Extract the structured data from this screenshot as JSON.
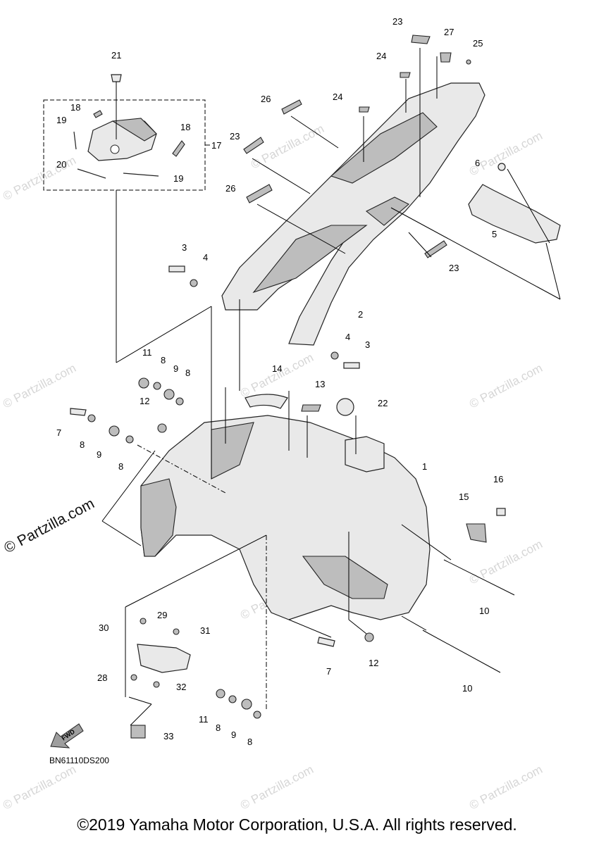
{
  "watermark": "© Partzilla.com",
  "side_watermark": "© Partzilla.com",
  "diagram_code": "BN61110DS200",
  "fwd_label": "FWD",
  "copyright": "©2019 Yamaha Motor Corporation, U.S.A. All rights reserved.",
  "callouts": {
    "c1": "1",
    "c2": "2",
    "c3a": "3",
    "c3b": "3",
    "c4a": "4",
    "c4b": "4",
    "c5": "5",
    "c6": "6",
    "c7a": "7",
    "c7b": "7",
    "c8a": "8",
    "c8b": "8",
    "c8c": "8",
    "c8d": "8",
    "c8e": "8",
    "c9a": "9",
    "c9b": "9",
    "c9c": "9",
    "c10a": "10",
    "c10b": "10",
    "c11a": "11",
    "c11b": "11",
    "c12a": "12",
    "c12b": "12",
    "c13": "13",
    "c14": "14",
    "c15": "15",
    "c16": "16",
    "c17": "17",
    "c18a": "18",
    "c18b": "18",
    "c19a": "19",
    "c19b": "19",
    "c20": "20",
    "c21": "21",
    "c22": "22",
    "c23a": "23",
    "c23b": "23",
    "c23c": "23",
    "c24a": "24",
    "c24b": "24",
    "c25": "25",
    "c26a": "26",
    "c26b": "26",
    "c27": "27",
    "c28": "28",
    "c29": "29",
    "c30": "30",
    "c31": "31",
    "c32": "32",
    "c33": "33"
  }
}
